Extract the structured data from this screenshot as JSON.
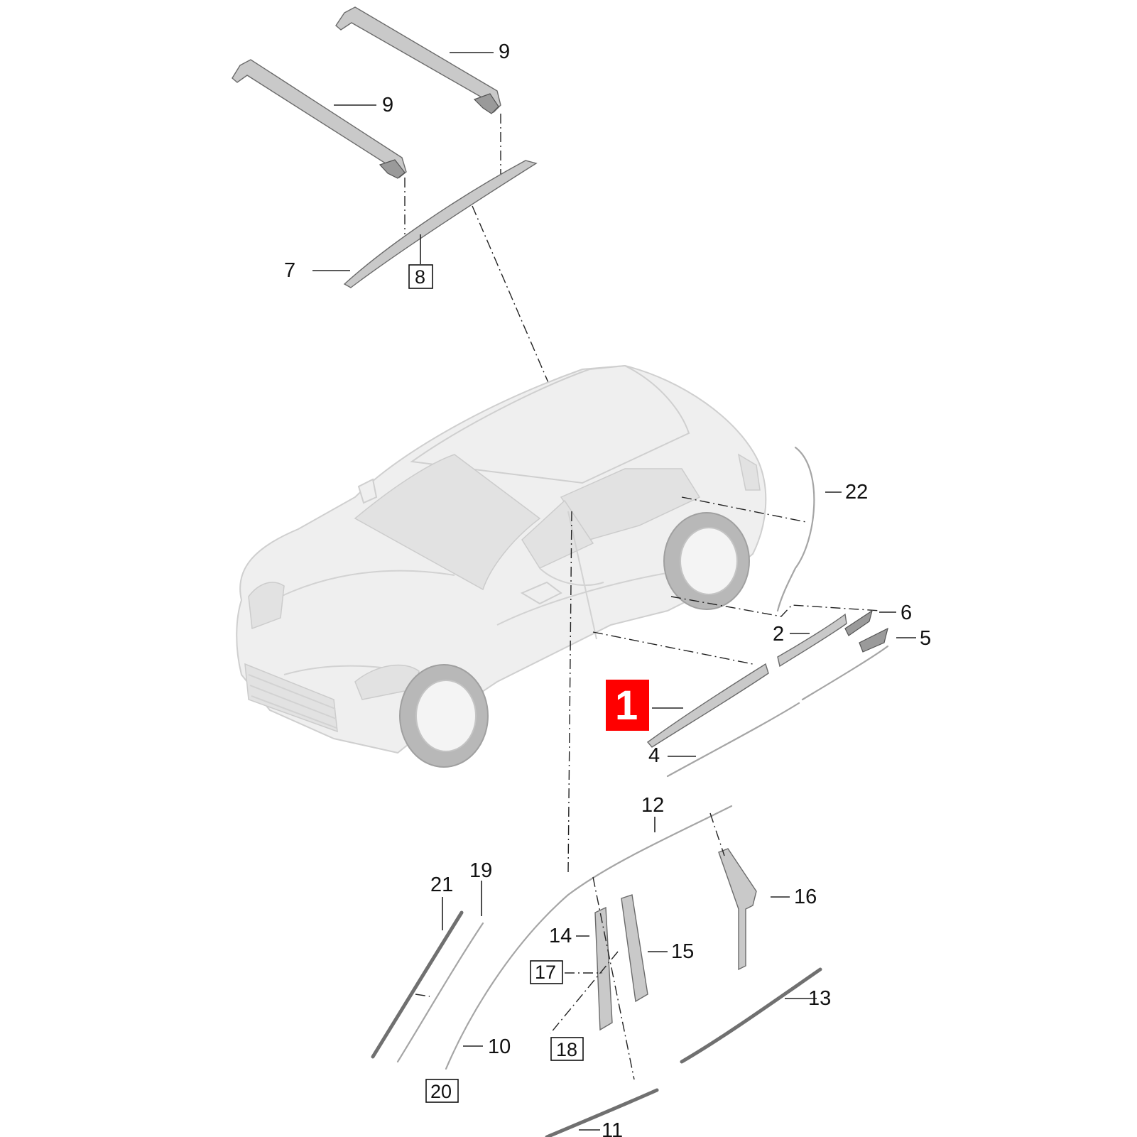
{
  "callouts": {
    "c1": "1",
    "c2": "2",
    "c4": "4",
    "c5": "5",
    "c6": "6",
    "c7": "7",
    "c8": "8",
    "c9a": "9",
    "c9b": "9",
    "c10": "10",
    "c11": "11",
    "c12": "12",
    "c13": "13",
    "c14": "14",
    "c15": "15",
    "c16": "16",
    "c17": "17",
    "c18": "18",
    "c19": "19",
    "c20": "20",
    "c21": "21",
    "c22": "22"
  },
  "highlight": {
    "part": "1",
    "color": "#ff0000"
  }
}
